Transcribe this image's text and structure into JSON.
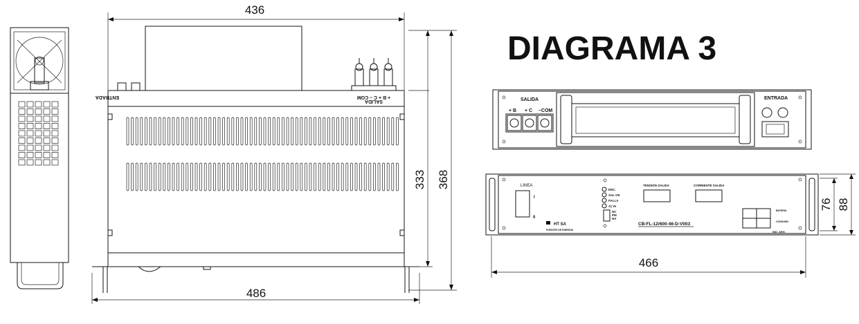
{
  "title": "DIAGRAMA 3",
  "dimensions": {
    "top_width": "436",
    "bottom_width": "486",
    "height_inner": "333",
    "height_outer": "368",
    "rear_width": "466",
    "rear_height_inner": "76",
    "rear_height_outer": "88"
  },
  "side_view": {
    "entrada_label": "ENTRADA",
    "salida_label": "SALIDA",
    "terminal_labels": "+ B   + C  – COM"
  },
  "front_panel": {
    "salida_label": "SALIDA",
    "entrada_label": "ENTRADA",
    "terminals": [
      "+ B",
      "+ C",
      "–COM"
    ]
  },
  "rear_panel": {
    "linea_label": "LINEA",
    "switch_on": "I",
    "switch_off": "0",
    "leds": [
      "ENC.",
      "SAL OK",
      "FALLA",
      "A) Vo"
    ],
    "nc_labels": [
      "NC",
      "PM",
      "NA"
    ],
    "tension_label": "TENSIÓN SALIDA",
    "corriente_label": "CORRIENTE SALIDA",
    "model": "CB-FL-12/600-46-D-V003",
    "brand": "HT SA",
    "brand_sub": "FUENTES DE ENERGIA",
    "bateria_label": "BATERIA",
    "consumo_label": "CONSUMO",
    "ind_arg": "IND. ARG."
  },
  "colors": {
    "line": "#111111",
    "background": "#ffffff"
  }
}
